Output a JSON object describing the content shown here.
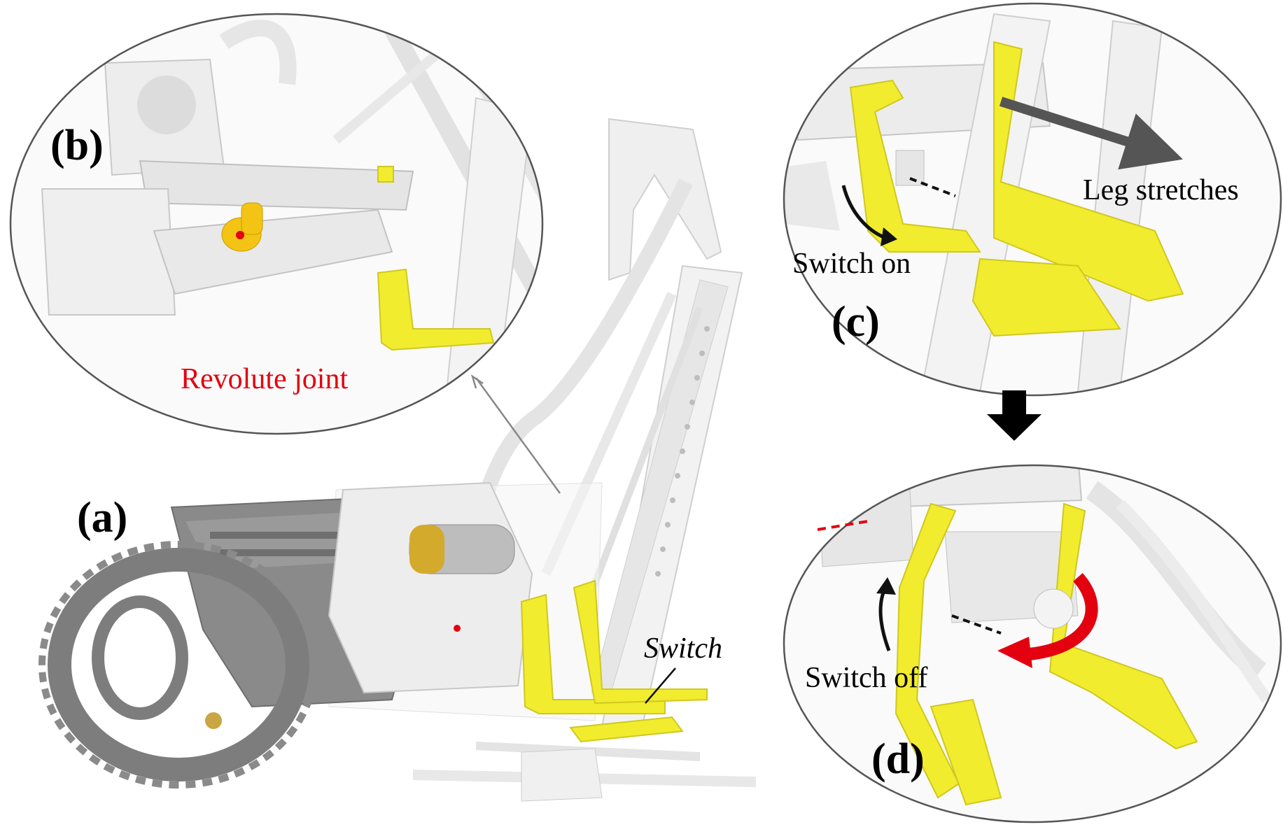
{
  "panels": {
    "a": {
      "letter": "(a)"
    },
    "b": {
      "letter": "(b)",
      "annotation": "Revolute joint"
    },
    "c": {
      "letter": "(c)",
      "annotation_motion": "Leg stretches",
      "annotation_switch": "Switch on"
    },
    "d": {
      "letter": "(d)",
      "annotation_switch": "Switch off"
    }
  },
  "labels": {
    "switch": "Switch"
  },
  "colors": {
    "part_yellow": "#f2ec2e",
    "part_white": "#f2f2f2",
    "part_gray": "#8a8a8a",
    "annotation_red": "#e3000f",
    "arrow_dark": "#555555"
  }
}
